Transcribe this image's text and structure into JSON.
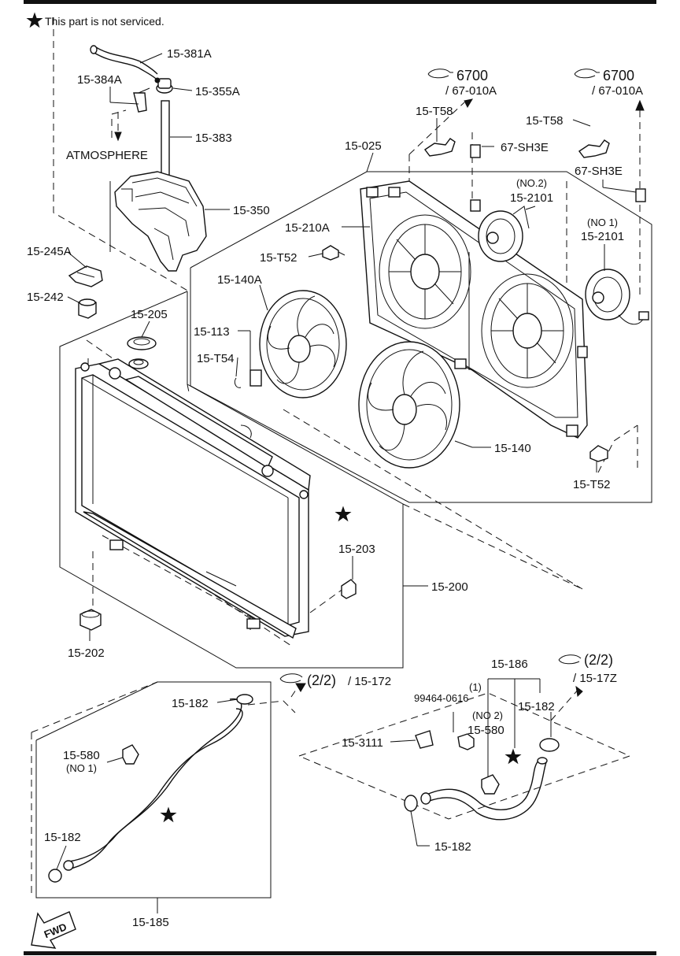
{
  "header_note": "This part is not serviced.",
  "labels": {
    "p15_381A": "15-381A",
    "p15_384A": "15-384A",
    "p15_355A": "15-355A",
    "p15_383": "15-383",
    "atmosphere": "ATMOSPHERE",
    "p15_350": "15-350",
    "p15_245A": "15-245A",
    "p15_242": "15-242",
    "p15_205": "15-205",
    "p15_113": "15-113",
    "p15_T54": "15-T54",
    "p15_140A": "15-140A",
    "p15_T52_a": "15-T52",
    "p15_210A": "15-210A",
    "p15_025": "15-025",
    "p15_T58_a": "15-T58",
    "p67_SH3E_a": "67-SH3E",
    "no2_fan": "(NO.2)",
    "p15_2101_a": "15-2101",
    "p15_T58_b": "15-T58",
    "p67_SH3E_b": "67-SH3E",
    "no1_fan": "(NO 1)",
    "p15_2101_b": "15-2101",
    "p15_140": "15-140",
    "p15_T52_b": "15-T52",
    "p15_203": "15-203",
    "p15_200": "15-200",
    "p15_202": "15-202",
    "p15_182_a": "15-182",
    "p15_580_a": "15-580",
    "no1_clamp": "(NO 1)",
    "p15_182_b": "15-182",
    "p15_185": "15-185",
    "p15_186": "15-186",
    "p99464": "99464-0616",
    "paren1": "(1)",
    "no2_clamp": "(NO 2)",
    "p15_580_b": "15-580",
    "p15_182_c": "15-182",
    "p15_3111": "15-3111",
    "p15_182_d": "15-182"
  },
  "references": {
    "ref_6700_a": "6700",
    "ref_67010A_a": "/ 67-010A",
    "ref_6700_b": "6700",
    "ref_67010A_b": "/ 67-010A",
    "ref_22_a": "(2/2)",
    "ref_15172": "/ 15-172",
    "ref_22_b": "(2/2)",
    "ref_1517Z": "/ 15-17Z"
  },
  "fwd_label": "FWD"
}
